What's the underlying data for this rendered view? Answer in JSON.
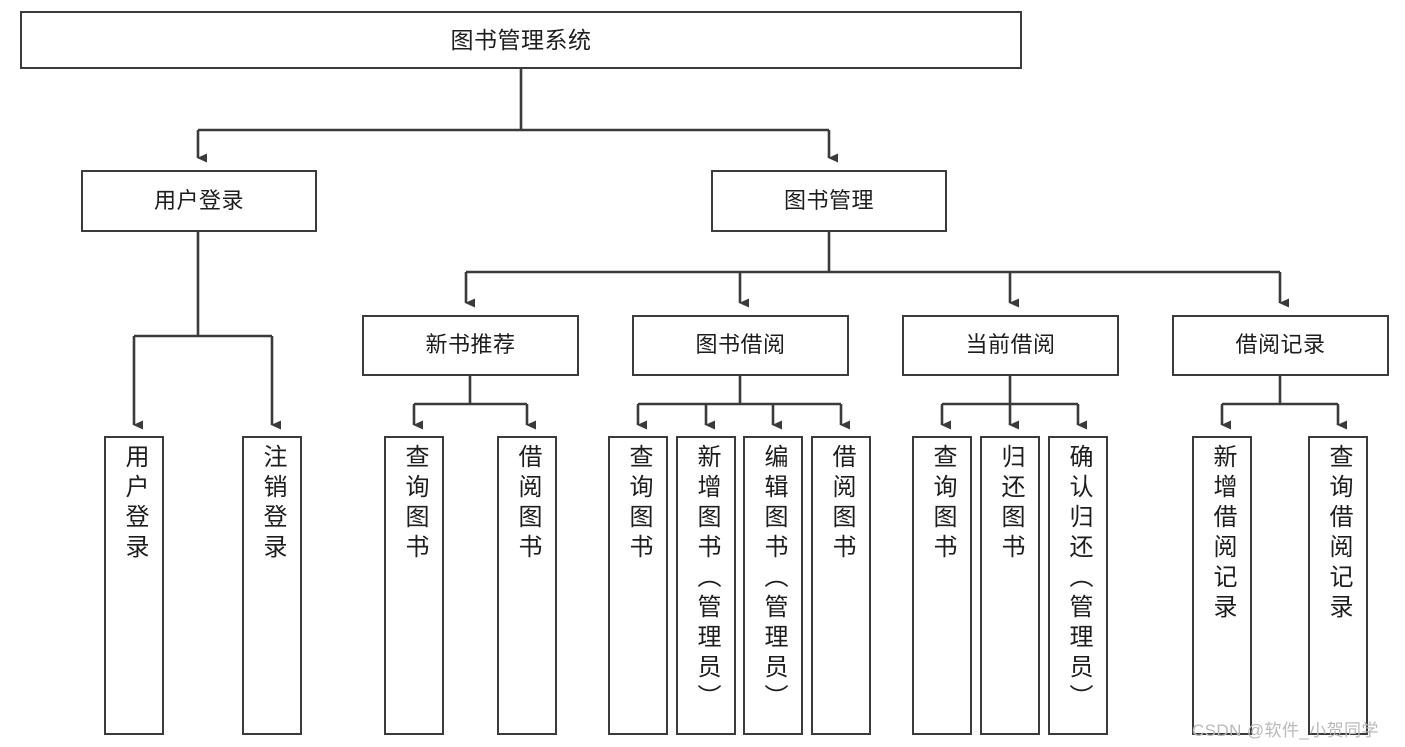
{
  "diagram": {
    "title": "图书管理系统",
    "type": "tree-hierarchy",
    "root": {
      "id": "root",
      "label": "图书管理系统"
    },
    "level2": [
      {
        "id": "user-login",
        "label": "用户登录"
      },
      {
        "id": "book-manage",
        "label": "图书管理"
      }
    ],
    "level3": [
      {
        "id": "new-book-rec",
        "label": "新书推荐",
        "parent": "book-manage"
      },
      {
        "id": "book-borrow",
        "label": "图书借阅",
        "parent": "book-manage"
      },
      {
        "id": "current-borrow",
        "label": "当前借阅",
        "parent": "book-manage"
      },
      {
        "id": "borrow-record",
        "label": "借阅记录",
        "parent": "book-manage"
      }
    ],
    "leaves": [
      {
        "id": "leaf-user-login",
        "label": "用户登录",
        "parent": "user-login"
      },
      {
        "id": "leaf-logout",
        "label": "注销登录",
        "parent": "user-login"
      },
      {
        "id": "leaf-query-book-1",
        "label": "查询图书",
        "parent": "new-book-rec"
      },
      {
        "id": "leaf-borrow-book-1",
        "label": "借阅图书",
        "parent": "new-book-rec"
      },
      {
        "id": "leaf-query-book-2",
        "label": "查询图书",
        "parent": "book-borrow"
      },
      {
        "id": "leaf-add-book",
        "label": "新增图书（管理员）",
        "parent": "book-borrow"
      },
      {
        "id": "leaf-edit-book",
        "label": "编辑图书（管理员）",
        "parent": "book-borrow"
      },
      {
        "id": "leaf-borrow-book-2",
        "label": "借阅图书",
        "parent": "book-borrow"
      },
      {
        "id": "leaf-query-book-3",
        "label": "查询图书",
        "parent": "current-borrow"
      },
      {
        "id": "leaf-return-book",
        "label": "归还图书",
        "parent": "current-borrow"
      },
      {
        "id": "leaf-confirm-return",
        "label": "确认归还（管理员）",
        "parent": "current-borrow"
      },
      {
        "id": "leaf-add-record",
        "label": "新增借阅记录",
        "parent": "borrow-record"
      },
      {
        "id": "leaf-query-record",
        "label": "查询借阅记录",
        "parent": "borrow-record"
      }
    ]
  },
  "watermark": {
    "text": "CSDN @软件_小贺同学"
  },
  "colors": {
    "background": "#ffffff",
    "box_border": "#3b3b3b",
    "box_fill": "#ffffff",
    "text": "#1d1d1d",
    "edge": "#3b3b3b",
    "watermark": "#b9b9b9"
  }
}
